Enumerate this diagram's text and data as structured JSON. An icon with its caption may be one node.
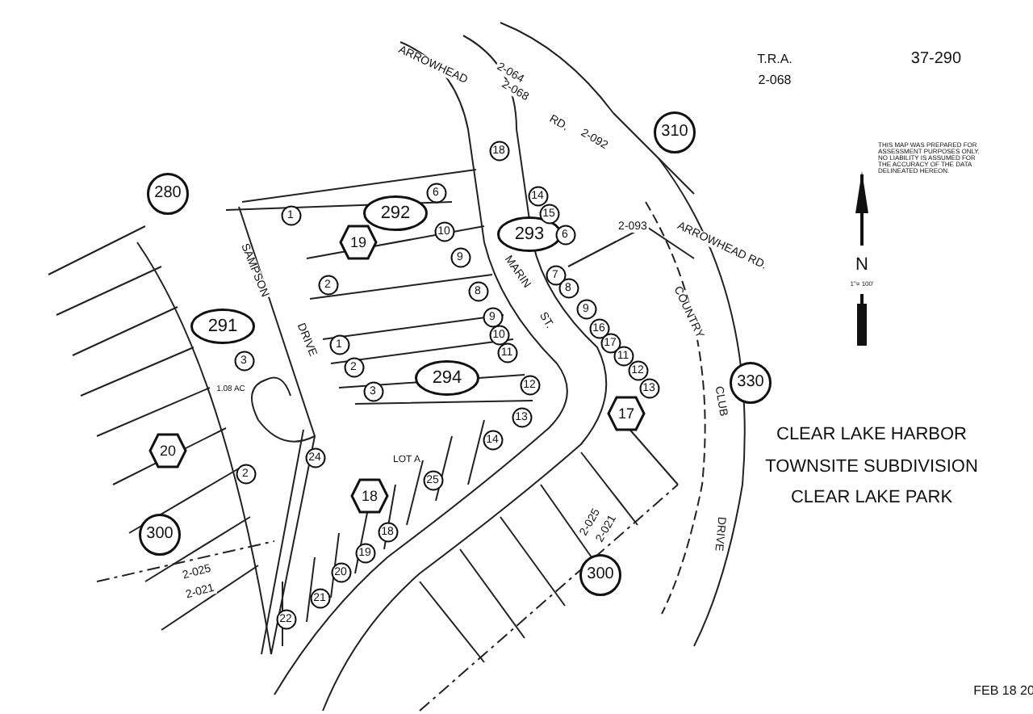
{
  "diagram": {
    "title": "CLEAR LAKE HARBOR",
    "nodes": [
      {
        "text": [
          "280"
        ]
      },
      {
        "text": [
          "292"
        ]
      },
      {
        "text": [
          "19"
        ]
      },
      {
        "text": [
          "1"
        ]
      },
      {
        "text": [
          "2"
        ]
      },
      {
        "text": [
          "6"
        ]
      },
      {
        "text": [
          "10"
        ]
      },
      {
        "text": [
          "9"
        ]
      },
      {
        "text": [
          "18"
        ]
      },
      {
        "text": [
          "8"
        ]
      },
      {
        "text": [
          "293"
        ]
      },
      {
        "text": [
          "14"
        ]
      },
      {
        "text": [
          "15"
        ]
      },
      {
        "text": [
          "6"
        ]
      },
      {
        "text": [
          "7"
        ]
      },
      {
        "text": [
          "8"
        ]
      },
      {
        "text": [
          "9"
        ]
      },
      {
        "text": [
          "16"
        ]
      },
      {
        "text": [
          "17"
        ]
      },
      {
        "text": [
          "11"
        ]
      },
      {
        "text": [
          "12"
        ]
      },
      {
        "text": [
          "13"
        ]
      },
      {
        "text": [
          "310"
        ]
      },
      {
        "text": [
          "291"
        ]
      },
      {
        "text": [
          "3"
        ]
      },
      {
        "text": [
          "1"
        ]
      },
      {
        "text": [
          "2"
        ]
      },
      {
        "text": [
          "3"
        ]
      },
      {
        "text": [
          "9"
        ]
      },
      {
        "text": [
          "10"
        ]
      },
      {
        "text": [
          "11"
        ]
      },
      {
        "text": [
          "294"
        ]
      },
      {
        "text": [
          "12"
        ]
      },
      {
        "text": [
          "13"
        ]
      },
      {
        "text": [
          "14"
        ]
      },
      {
        "text": [
          "17"
        ]
      },
      {
        "text": [
          "330"
        ]
      },
      {
        "text": [
          "20"
        ]
      },
      {
        "text": [
          "2"
        ]
      },
      {
        "text": [
          "24"
        ]
      },
      {
        "text": [
          "25"
        ]
      },
      {
        "text": [
          "18"
        ]
      },
      {
        "text": [
          "18"
        ]
      },
      {
        "text": [
          "19"
        ]
      },
      {
        "text": [
          "20"
        ]
      },
      {
        "text": [
          "21"
        ]
      },
      {
        "text": [
          "22"
        ]
      },
      {
        "text": [
          "300"
        ]
      },
      {
        "text": [
          "300"
        ]
      }
    ],
    "edges": [],
    "labels": [
      "ARROWHEAD",
      "2-064",
      "2-068",
      "RD.",
      "2-092",
      "T.R.A.",
      "2-068",
      "37-290",
      "THIS MAP WAS PREPARED FOR ASSESSMENT PURPOSES ONLY. NO LIABILITY IS ASSUMED FOR THE ACCURACY OF THE DATA DELINEATED HEREON.",
      "2-093",
      "ARROWHEAD RD.",
      "SAMPSON",
      "DRIVE",
      "MARIN",
      "ST.",
      "N",
      "1\"= 100'",
      "COUNTRY",
      "CLUB",
      "DRIVE",
      "1.08 AC",
      "TOWNSITE SUBDIVISION",
      "CLEAR LAKE PARK",
      "LOT A",
      "2-025",
      "2-021",
      "2-025",
      "2-021",
      "FEB 18 20"
    ]
  }
}
